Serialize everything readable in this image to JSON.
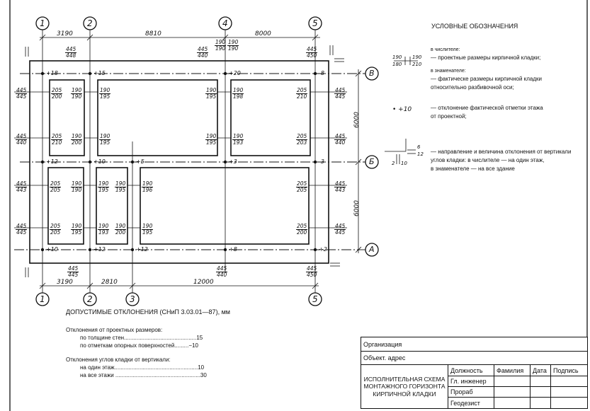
{
  "drawing": {
    "axes_vertical": [
      {
        "label": "1",
        "dim_top": "3190",
        "dim_bottom": "3190"
      },
      {
        "label": "2",
        "dim_top": "8810",
        "dim_bottom": "2810"
      },
      {
        "label": "3",
        "dim_bottom": "12000"
      },
      {
        "label": "4",
        "dim_top": "8000"
      },
      {
        "label": "5"
      }
    ],
    "axes_horizontal": [
      {
        "label": "В",
        "dim": "6000"
      },
      {
        "label": "Б",
        "dim": "6000"
      },
      {
        "label": "А"
      }
    ],
    "elevations": {
      "row_V": [
        "+18",
        "+15",
        "+20",
        "-8"
      ],
      "row_B": [
        "+12",
        "+10",
        "+5",
        "+3",
        "-3"
      ],
      "row_A": [
        "+10",
        "+12",
        "+12",
        "+8",
        "+2"
      ]
    },
    "fractions": [
      [
        "445",
        "445"
      ],
      [
        "445",
        "440"
      ],
      [
        "445",
        "443"
      ],
      [
        "445",
        "445"
      ],
      [
        "445",
        "445"
      ],
      [
        "445",
        "440"
      ],
      [
        "445",
        "443"
      ],
      [
        "445",
        "445"
      ],
      [
        "205",
        "200"
      ],
      [
        "190",
        "190"
      ],
      [
        "190",
        "195"
      ],
      [
        "190",
        "195"
      ],
      [
        "190",
        "198"
      ],
      [
        "205",
        "210"
      ],
      [
        "205",
        "210"
      ],
      [
        "190",
        "200"
      ],
      [
        "190",
        "195"
      ],
      [
        "190",
        "195"
      ],
      [
        "190",
        "193"
      ],
      [
        "205",
        "203"
      ],
      [
        "205",
        "205"
      ],
      [
        "190",
        "190"
      ],
      [
        "190",
        "195"
      ],
      [
        "190",
        "195"
      ],
      [
        "190",
        "196"
      ],
      [
        "205",
        "205"
      ],
      [
        "205",
        "205"
      ],
      [
        "190",
        "195"
      ],
      [
        "190",
        "193"
      ],
      [
        "190",
        "200"
      ],
      [
        "190",
        "195"
      ],
      [
        "205",
        "200"
      ],
      [
        "445",
        "448"
      ],
      [
        "445",
        "440"
      ],
      [
        "445",
        "450"
      ],
      [
        "445",
        "445"
      ],
      [
        "445",
        "440"
      ],
      [
        "445",
        "450"
      ],
      [
        "190",
        "190"
      ],
      [
        "190",
        "190"
      ]
    ]
  },
  "legend": {
    "title": "УСЛОВНЫЕ ОБОЗНАЧЕНИЯ",
    "numerator_label": "в числителе:",
    "numerator_text": "— проектные размеры кирпичной кладки;",
    "denominator_label": "в знаменателе:",
    "denominator_text_1": "— фактическе размеры кирпичной кладки",
    "denominator_text_2": "относительно разбивочной оси;",
    "sample_fraction": {
      "a_top": "190",
      "a_bottom": "180",
      "b_top": "190",
      "b_bottom": "210"
    },
    "elevation_sample": "• +10",
    "elevation_text_1": "— отклонение фактической отметки этажа",
    "elevation_text_2": "от проектной;",
    "vertical_sample": {
      "top": "6",
      "bottom": "12",
      "left": "2",
      "right": "10"
    },
    "vertical_text_1": "—  направление и величина отклонения от вертикали",
    "vertical_text_2": "углов кладки: в числителе — на один этаж,",
    "vertical_text_3": "в знаменателе — на все здание"
  },
  "tolerances": {
    "title": "ДОПУСТИМЫЕ ОТКЛОНЕНИЯ (СНиП 3.03.01—87), мм",
    "group1_title": "Отклонения от проектных размеров:",
    "g1_item1": "по толщине стен..............................................15",
    "g1_item2": "по отметкам опорных поверхностей.........−10",
    "group2_title": "Отклонения углов кладки от вертикали:",
    "g2_item1": "на один этаж.....................................................10",
    "g2_item2": "на все этажи ......................................................30"
  },
  "title_block": {
    "organization": "Организация",
    "object": "Объект. адрес",
    "doc_title": "ИСПОЛНИТЕЛЬНАЯ СХЕМА МОНТАЖНОГО ГОРИЗОНТА КИРПИЧНОЙ КЛАДКИ",
    "headers": [
      "Должность",
      "Фамилия",
      "Дата",
      "Подпись"
    ],
    "positions": [
      "Гл. инженер",
      "Прораб",
      "Геодезист"
    ]
  }
}
